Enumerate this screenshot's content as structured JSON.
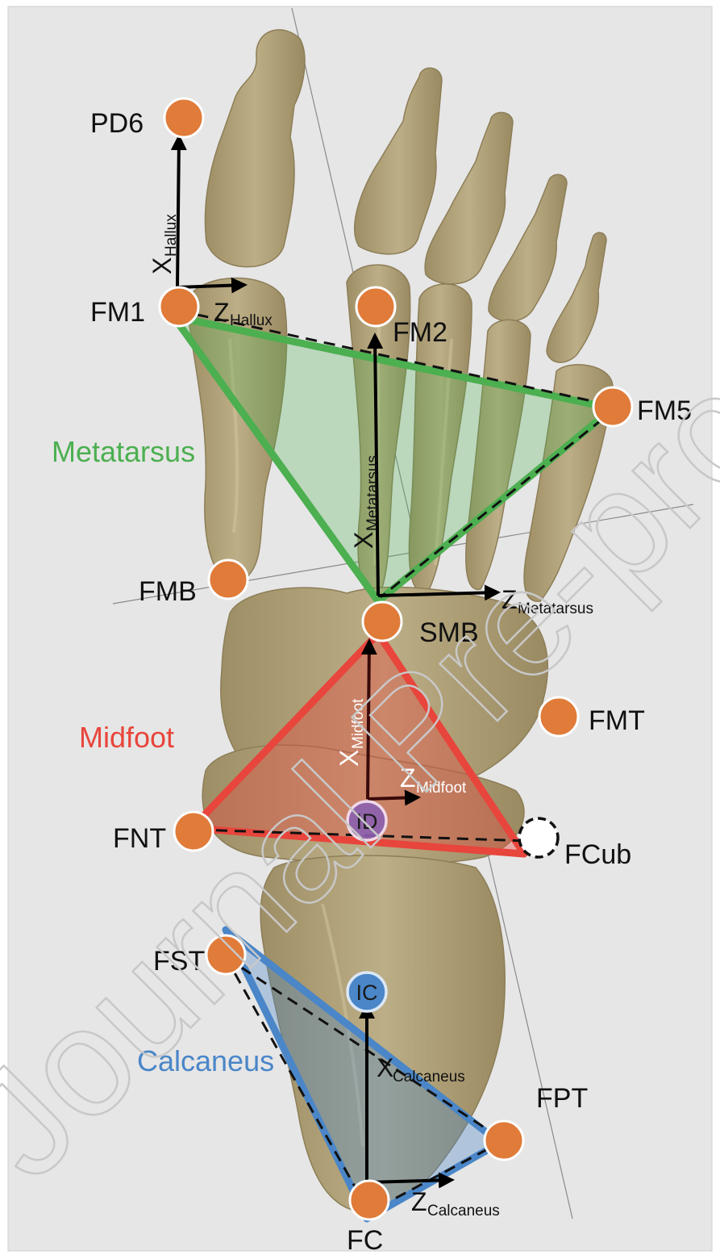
{
  "watermark": "Journal Pre-proof",
  "colors": {
    "landmark": "#e07b39",
    "metatarsus": "#4caf50",
    "midfoot": "#e8453c",
    "calcaneus": "#4a86c8",
    "bone": "#b3a47c",
    "background": "#e6e6e6"
  },
  "segments": {
    "metatarsus": "Metatarsus",
    "midfoot": "Midfoot",
    "calcaneus": "Calcaneus"
  },
  "landmarks": {
    "pd6": "PD6",
    "fm1": "FM1",
    "fm2": "FM2",
    "fm5": "FM5",
    "fmb": "FMB",
    "smb": "SMB",
    "fmt": "FMT",
    "fnt": "FNT",
    "fcub": "FCub",
    "fst": "FST",
    "fpt": "FPT",
    "fc": "FC"
  },
  "centers": {
    "id": "ID",
    "ic": "IC"
  },
  "axes": {
    "x_hallux": {
      "main": "X",
      "sub": "Hallux"
    },
    "z_hallux": {
      "main": "Z",
      "sub": "Hallux"
    },
    "x_metatarsus": {
      "main": "X",
      "sub": "Metatarsus"
    },
    "z_metatarsus": {
      "main": "Z",
      "sub": "Metatarsus"
    },
    "x_midfoot": {
      "main": "X",
      "sub": "Midfoot"
    },
    "z_midfoot": {
      "main": "Z",
      "sub": "Midfoot"
    },
    "x_calcaneus": {
      "main": "X",
      "sub": "Calcaneus"
    },
    "z_calcaneus": {
      "main": "Z",
      "sub": "Calcaneus"
    }
  }
}
